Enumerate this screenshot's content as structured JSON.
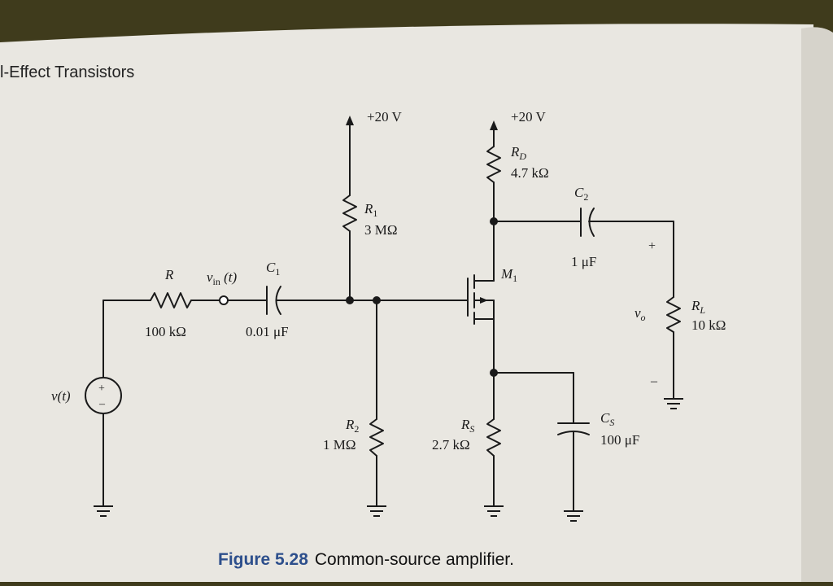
{
  "page": {
    "header": "l-Effect Transistors",
    "figure_number": "Figure 5.28",
    "figure_caption": "Common-source amplifier."
  },
  "circuit": {
    "vdd_left": "+20 V",
    "vdd_right": "+20 V",
    "R": {
      "name": "R",
      "value": "100 kΩ"
    },
    "vin": "v",
    "vin_sub": "in",
    "vin_suffix": " (t)",
    "C1": {
      "name": "C",
      "sub": "1",
      "value": "0.01 μF"
    },
    "R1": {
      "name": "R",
      "sub": "1",
      "value": "3 MΩ"
    },
    "R2": {
      "name": "R",
      "sub": "2",
      "value": "1 MΩ"
    },
    "RD": {
      "name": "R",
      "sub": "D",
      "value": "4.7 kΩ"
    },
    "RS": {
      "name": "R",
      "sub": "S",
      "value": "2.7 kΩ"
    },
    "C2": {
      "name": "C",
      "sub": "2",
      "value": "1 μF"
    },
    "CS": {
      "name": "C",
      "sub": "S",
      "value": "100 μF"
    },
    "RL": {
      "name": "R",
      "sub": "L",
      "value": "10 kΩ"
    },
    "M1": {
      "name": "M",
      "sub": "1"
    },
    "source": "v(t)",
    "vo": "v",
    "vo_sub": "o",
    "plus": "+",
    "minus": "–",
    "src_plus": "+",
    "src_minus": "–"
  }
}
